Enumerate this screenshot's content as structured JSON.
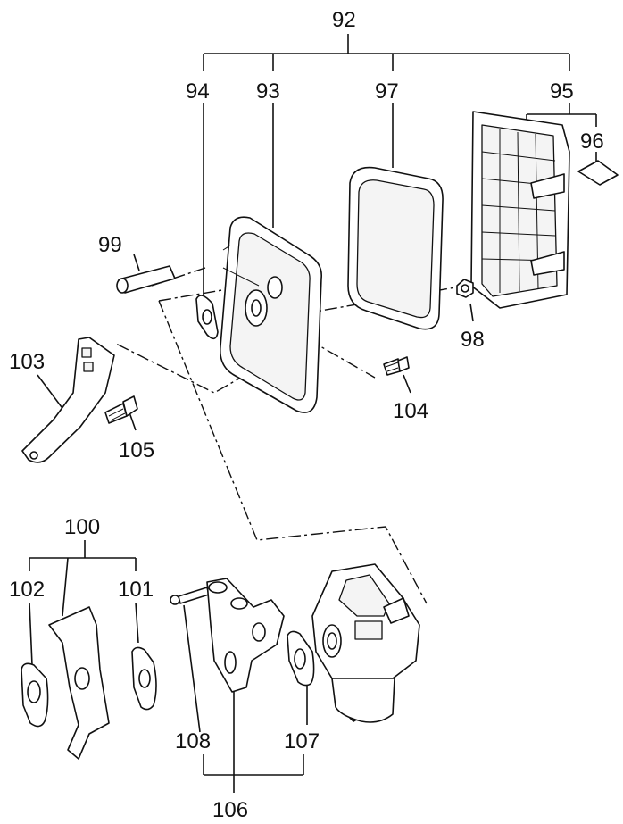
{
  "labels": {
    "p92": "92",
    "p93": "93",
    "p94": "94",
    "p95": "95",
    "p96": "96",
    "p97": "97",
    "p98": "98",
    "p99": "99",
    "p100": "100",
    "p101": "101",
    "p102": "102",
    "p103": "103",
    "p104": "104",
    "p105": "105",
    "p106": "106",
    "p107": "107",
    "p108": "108"
  }
}
